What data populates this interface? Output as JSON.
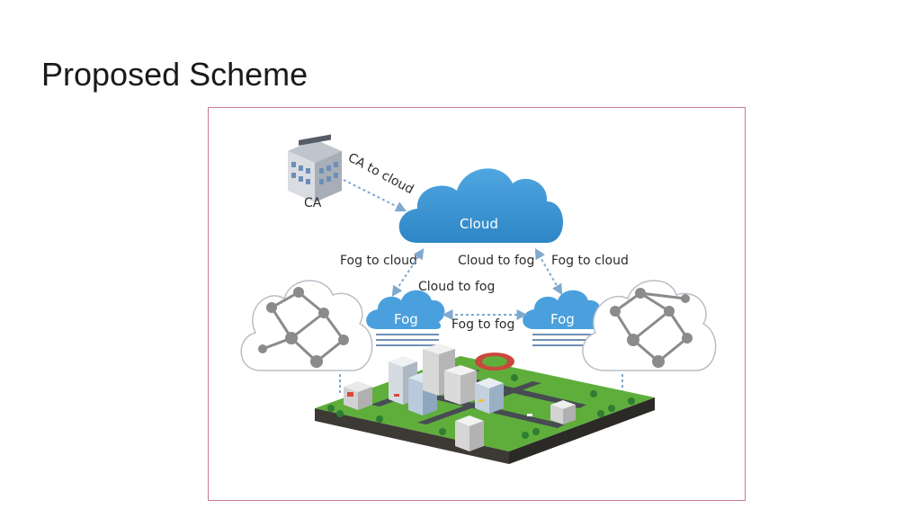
{
  "slide": {
    "title": "Proposed Scheme"
  },
  "diagram": {
    "nodes": {
      "ca": "CA",
      "cloud": "Cloud",
      "fog_left": "Fog",
      "fog_right": "Fog"
    },
    "edges": {
      "ca_to_cloud": "CA to cloud",
      "fog_to_cloud_left": "Fog to cloud",
      "cloud_to_fog_center": "Cloud to fog",
      "fog_to_cloud_right": "Fog to cloud",
      "cloud_to_fog_lower": "Cloud to fog",
      "fog_to_fog": "Fog to fog"
    },
    "colors": {
      "cloud_blue": "#3b91cf",
      "fog_blue": "#4aa0dc",
      "arrow_blue": "#7fa9cf",
      "frame_border": "#c77a92",
      "grass": "#5fae3c",
      "network_node": "#8b8b8b"
    }
  }
}
